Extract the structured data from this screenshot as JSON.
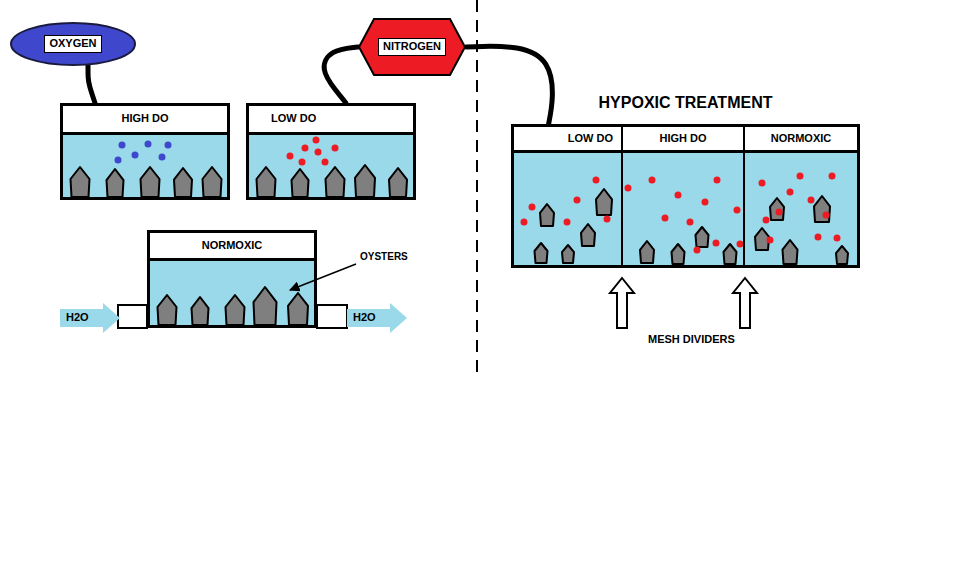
{
  "diagram": {
    "nodes": [
      {
        "text": [
          "OXYGEN"
        ]
      },
      {
        "text": [
          "NITROGEN"
        ]
      },
      {
        "text": [
          "HIGH DO"
        ]
      },
      {
        "text": [
          "LOW DO"
        ]
      },
      {
        "text": [
          "HYPOXIC TREATMENT"
        ]
      },
      {
        "text": [
          "LOW DO"
        ],
        "in": 4
      },
      {
        "text": [
          "HIGH DO"
        ],
        "in": 4
      },
      {
        "text": [
          "NORMOXIC"
        ],
        "in": 4
      },
      {
        "text": [
          "NORMOXIC"
        ]
      }
    ],
    "edges": [
      {
        "from": 0,
        "to": 2,
        "arrow": "none"
      },
      {
        "from": 1,
        "to": 3,
        "arrow": "none"
      },
      {
        "from": 1,
        "to": 5,
        "arrow": "none"
      }
    ],
    "labels": [
      "OYSTERS",
      "H2O",
      "H2O",
      "MESH DIVIDERS"
    ]
  }
}
